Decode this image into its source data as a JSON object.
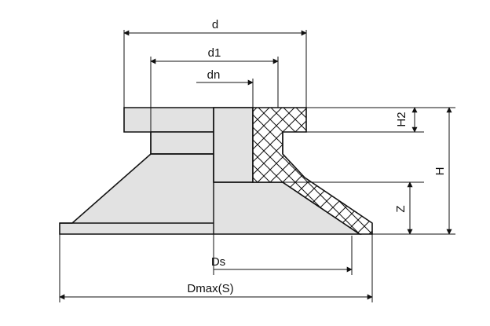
{
  "diagram": {
    "labels": {
      "d": "d",
      "d1": "d1",
      "dn": "dn",
      "h2": "H2",
      "h": "H",
      "z": "Z",
      "ds": "Ds",
      "dmax": "Dmax(S)"
    },
    "colors": {
      "fill": "#e2e2e2",
      "line": "#111111",
      "background": "#ffffff"
    }
  }
}
